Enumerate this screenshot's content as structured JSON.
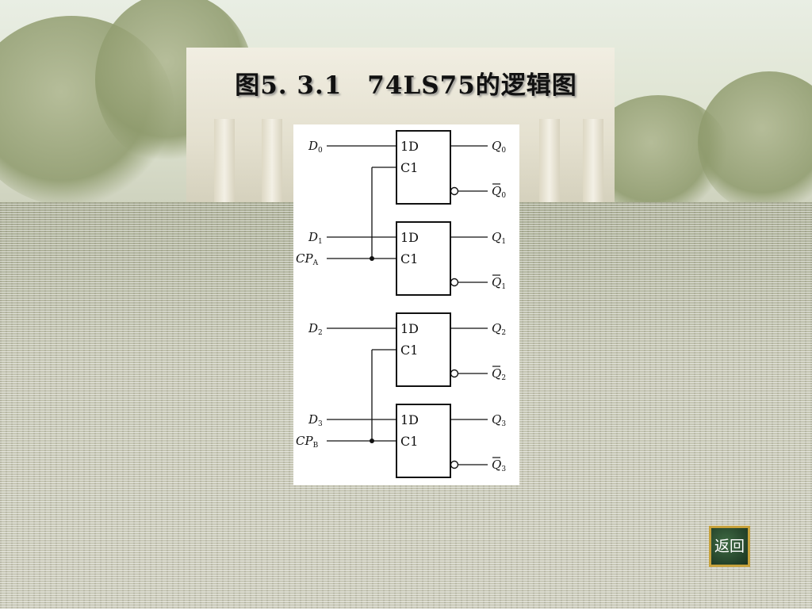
{
  "slide": {
    "title": "图5. 3.1　74LS75的逻辑图",
    "back_button_label": "返回"
  },
  "diagram": {
    "latches": [
      {
        "pin_d": "1D",
        "pin_c": "C1",
        "d_label": "D",
        "d_sub": "0",
        "q_label": "Q",
        "q_sub": "0",
        "qbar_label": "Q",
        "qbar_sub": "0"
      },
      {
        "pin_d": "1D",
        "pin_c": "C1",
        "d_label": "D",
        "d_sub": "1",
        "q_label": "Q",
        "q_sub": "1",
        "qbar_label": "Q",
        "qbar_sub": "1"
      },
      {
        "pin_d": "1D",
        "pin_c": "C1",
        "d_label": "D",
        "d_sub": "2",
        "q_label": "Q",
        "q_sub": "2",
        "qbar_label": "Q",
        "qbar_sub": "2"
      },
      {
        "pin_d": "1D",
        "pin_c": "C1",
        "d_label": "D",
        "d_sub": "3",
        "q_label": "Q",
        "q_sub": "3",
        "qbar_label": "Q",
        "qbar_sub": "3"
      }
    ],
    "clocks": [
      {
        "label": "CP",
        "sub": "A"
      },
      {
        "label": "CP",
        "sub": "B"
      }
    ]
  }
}
